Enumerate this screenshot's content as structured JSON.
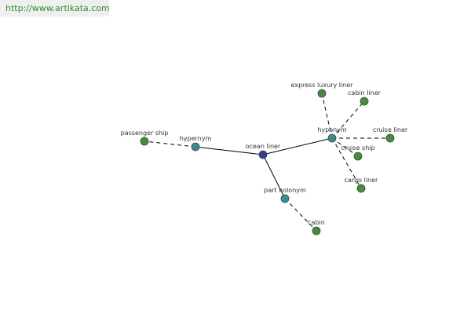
{
  "watermark": {
    "text": "http://www.artikata.com"
  },
  "colors": {
    "center_node": "#3a3a8c",
    "relation_node": "#3f8a8a",
    "term_node": "#4a8a3a",
    "node_stroke": "#2f4f4f",
    "solid_edge": "#000000",
    "dashed_edge": "#000000"
  },
  "graph": {
    "nodes": [
      {
        "id": "ocean_liner",
        "label": "ocean liner",
        "kind": "center"
      },
      {
        "id": "hypernym",
        "label": "hypernym",
        "kind": "relation"
      },
      {
        "id": "hyponym",
        "label": "hyponym",
        "kind": "relation"
      },
      {
        "id": "part_holonym",
        "label": "part holonym",
        "kind": "relation"
      },
      {
        "id": "passenger_ship",
        "label": "passenger ship",
        "kind": "term"
      },
      {
        "id": "express_luxury_liner",
        "label": "express luxury liner",
        "kind": "term"
      },
      {
        "id": "cabin_liner",
        "label": "cabin liner",
        "kind": "term"
      },
      {
        "id": "cruise_liner",
        "label": "cruise liner",
        "kind": "term"
      },
      {
        "id": "cruise_ship",
        "label": "cruise ship",
        "kind": "term"
      },
      {
        "id": "cargo_liner",
        "label": "cargo liner",
        "kind": "term"
      },
      {
        "id": "cabin",
        "label": "cabin",
        "kind": "term"
      }
    ],
    "edges": [
      {
        "from": "ocean_liner",
        "to": "hypernym",
        "style": "solid"
      },
      {
        "from": "ocean_liner",
        "to": "hyponym",
        "style": "solid"
      },
      {
        "from": "ocean_liner",
        "to": "part_holonym",
        "style": "solid"
      },
      {
        "from": "hypernym",
        "to": "passenger_ship",
        "style": "dashed"
      },
      {
        "from": "hyponym",
        "to": "express_luxury_liner",
        "style": "dashed"
      },
      {
        "from": "hyponym",
        "to": "cabin_liner",
        "style": "dashed"
      },
      {
        "from": "hyponym",
        "to": "cruise_liner",
        "style": "dashed"
      },
      {
        "from": "hyponym",
        "to": "cruise_ship",
        "style": "dashed"
      },
      {
        "from": "hyponym",
        "to": "cargo_liner",
        "style": "dashed"
      },
      {
        "from": "part_holonym",
        "to": "cabin",
        "style": "dashed"
      }
    ]
  }
}
